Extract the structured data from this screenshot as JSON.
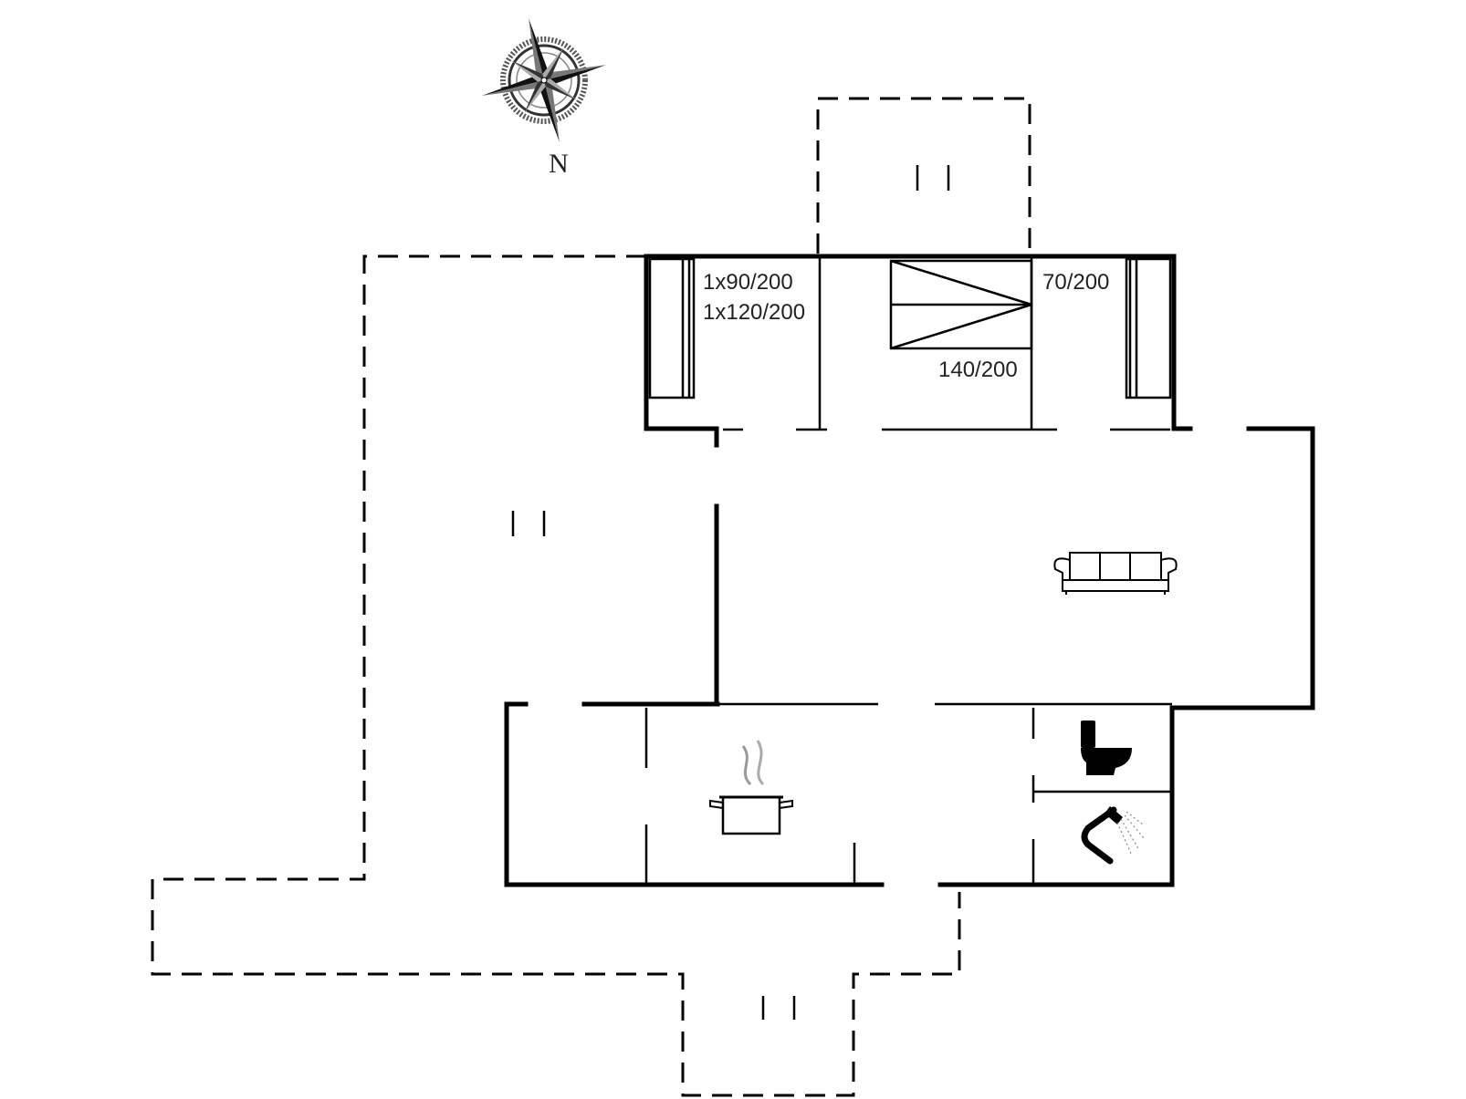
{
  "compass": {
    "label": "N"
  },
  "bed_labels": {
    "left_room_line1": "1x90/200",
    "left_room_line2": "1x120/200",
    "right_room": "70/200",
    "middle_room": "140/200"
  },
  "icons": {
    "sofa": "sofa-icon",
    "cooking_pot": "cooking-pot-icon",
    "toilet": "toilet-icon",
    "shower": "shower-icon",
    "compass": "compass-rose-icon",
    "terrace_marks": "terrace-marker-icon"
  },
  "colors": {
    "wall": "#000000",
    "text": "#222222",
    "background": "#ffffff"
  }
}
